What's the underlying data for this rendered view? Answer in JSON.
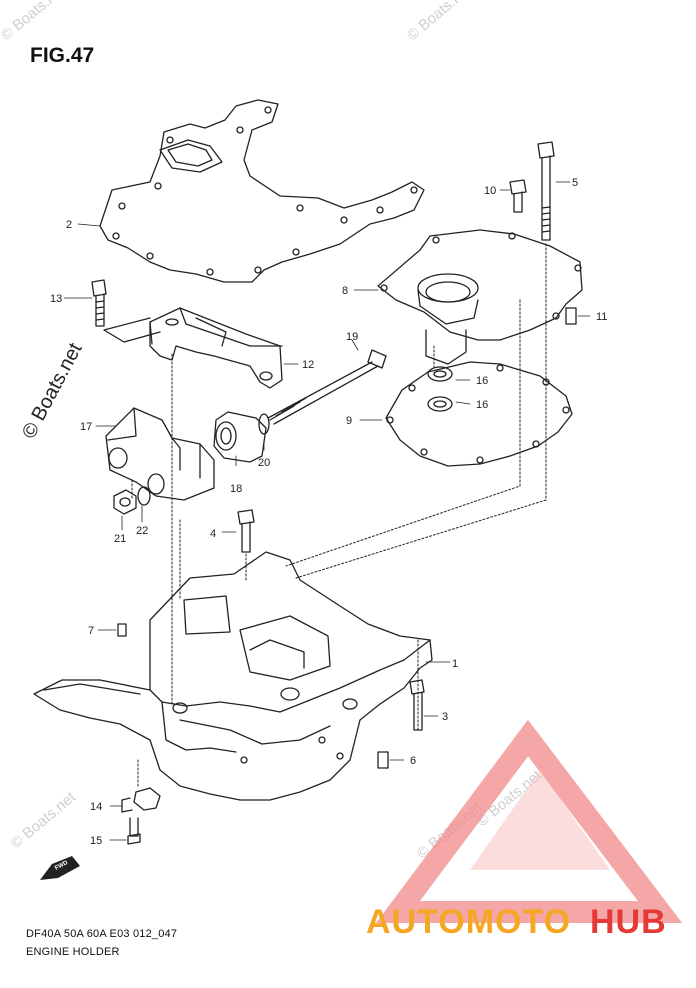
{
  "figure": {
    "title": "FIG.47",
    "model_line": "DF40A 50A 60A E03 012_047",
    "name": "ENGINE HOLDER"
  },
  "watermarks": {
    "side": "© Boats.net",
    "light": "© Boats.net",
    "logo_part1": "AUTOMOTO",
    "logo_part2": "HUB"
  },
  "fwd_label": "FWD",
  "callouts": [
    "1",
    "2",
    "3",
    "4",
    "5",
    "6",
    "7",
    "8",
    "9",
    "10",
    "11",
    "12",
    "13",
    "14",
    "15",
    "16",
    "16",
    "17",
    "18",
    "19",
    "20",
    "21",
    "22"
  ],
  "colors": {
    "line": "#222222",
    "logo_orange": "#f5a623",
    "logo_red": "#e53935",
    "logo_triangle": "#f28a8a"
  }
}
